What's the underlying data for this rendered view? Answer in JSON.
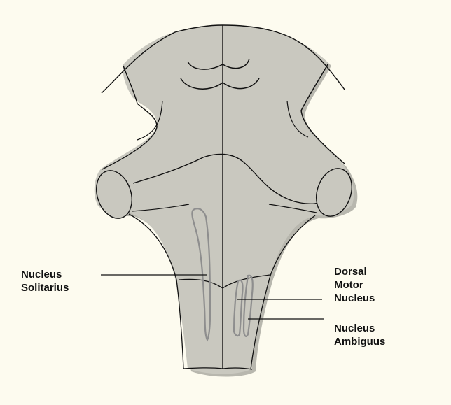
{
  "colors": {
    "background": "#fdfbef",
    "tissue": "#c9c8bf",
    "shadow": "#b8b7ae",
    "outline": "#111111",
    "nucleus_outline": "#8e8e8e"
  },
  "labels": {
    "nucleus_solitarius": {
      "line1": "Nucleus",
      "line2": "Solitarius"
    },
    "dorsal_motor_nucleus": {
      "line1": "Dorsal",
      "line2": "Motor",
      "line3": "Nucleus"
    },
    "nucleus_ambiguus": {
      "line1": "Nucleus",
      "line2": "Ambiguus"
    }
  }
}
